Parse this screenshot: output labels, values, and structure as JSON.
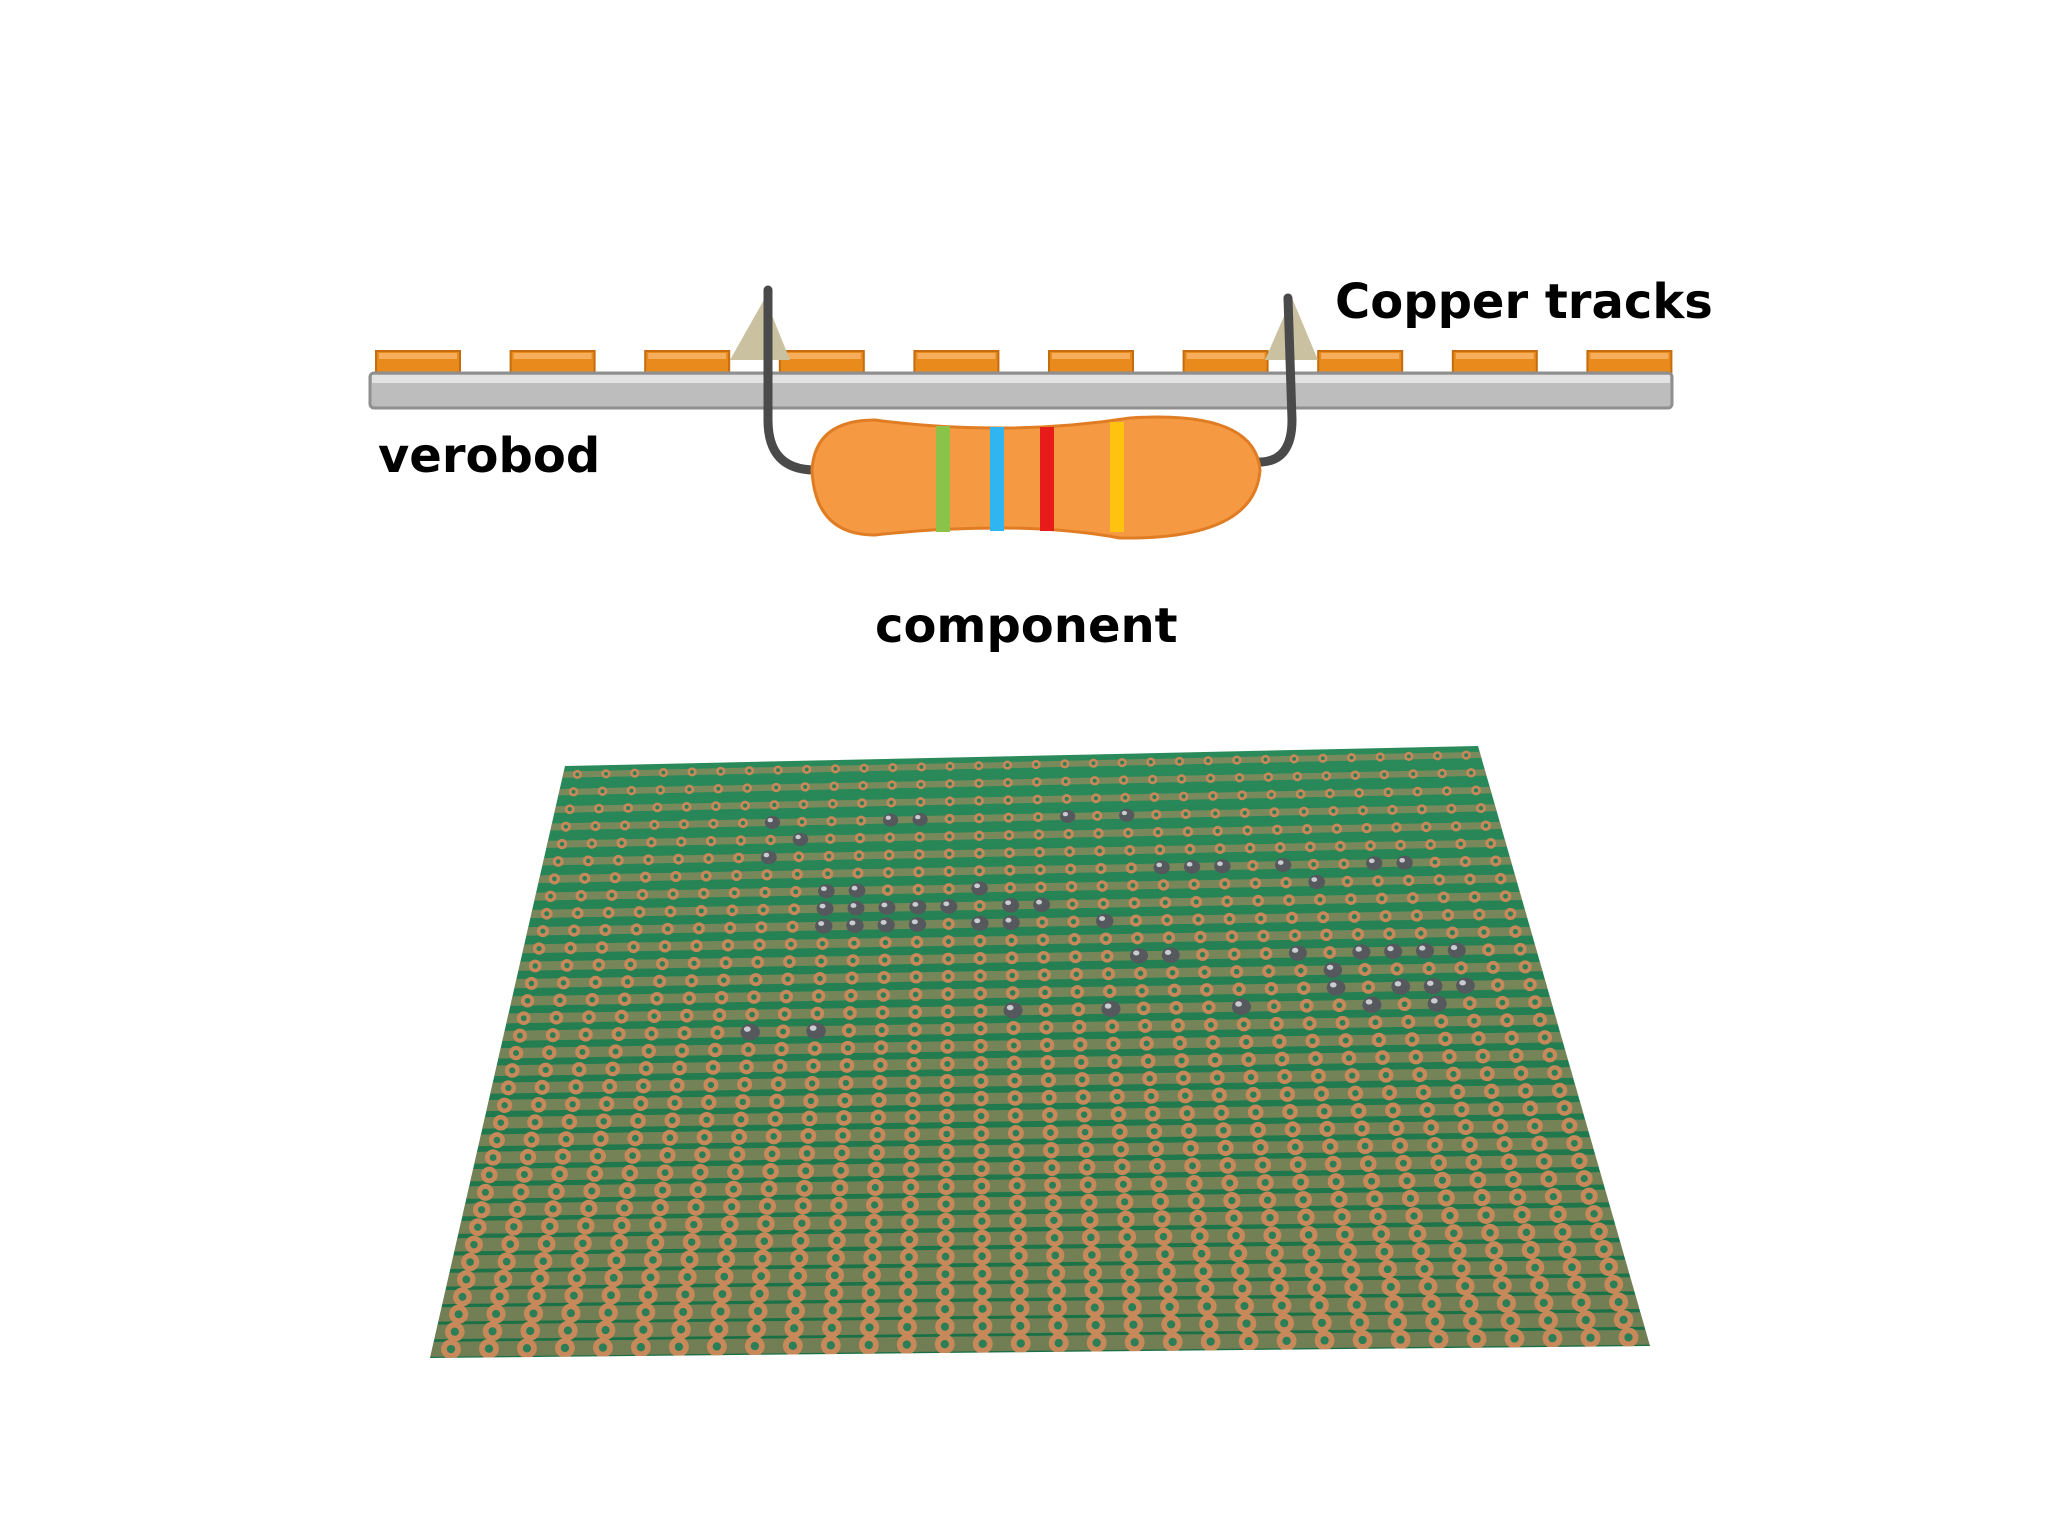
{
  "labels": {
    "copper_tracks": "Copper tracks",
    "verobod": "verobod",
    "component": "component"
  },
  "colors": {
    "copper": "#e98a1d",
    "board_bar": "#bdbdbd",
    "resistor_body": "#f59a42",
    "lead": "#4a4a4a",
    "solder": "#c9c1a0",
    "pcb_green": "#1f7a4d",
    "pad": "#c8895a",
    "band_1": "#8bc34a",
    "band_2": "#2fb6f0",
    "band_3": "#e81b1b",
    "band_4": "#ffc20e"
  },
  "icons": {
    "diagram": "resistor-through-hole-icon",
    "photo": "stripboard-photo"
  }
}
